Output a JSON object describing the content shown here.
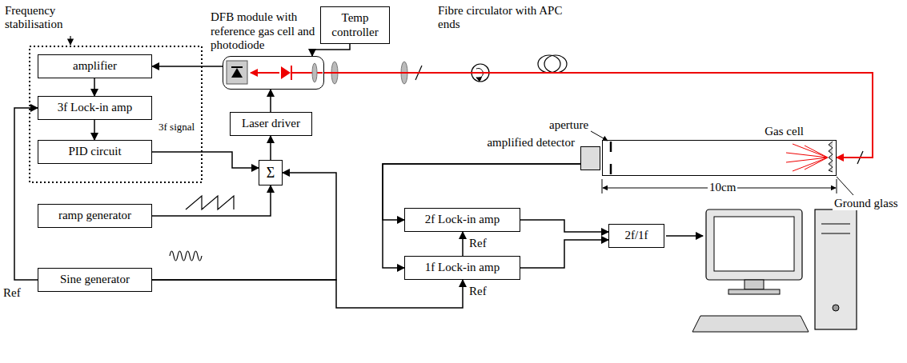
{
  "diagram": {
    "nodes": [
      {
        "text": [
          "amplifier"
        ]
      },
      {
        "text": [
          "3f Lock-in amp"
        ]
      },
      {
        "text": [
          "PID circuit"
        ]
      },
      {
        "text": [
          "ramp generator"
        ]
      },
      {
        "text": [
          "Sine generator"
        ]
      },
      {
        "text": [
          "DFB module with reference gas cell and photodiode"
        ]
      },
      {
        "text": [
          "Temp controller"
        ]
      },
      {
        "text": [
          "Laser driver"
        ]
      },
      {
        "text": [
          "Σ"
        ]
      },
      {
        "text": [
          "2f Lock-in amp"
        ]
      },
      {
        "text": [
          "1f Lock-in amp"
        ]
      },
      {
        "text": [
          "2f/1f"
        ]
      },
      {
        "text": [
          "Gas cell"
        ]
      },
      {
        "text": [
          "amplified detector"
        ]
      }
    ],
    "edges": [
      {
        "from": 5,
        "to": 0,
        "arrow": "to"
      },
      {
        "from": 0,
        "to": 1,
        "arrow": "to"
      },
      {
        "from": 1,
        "to": 2,
        "arrow": "to"
      },
      {
        "from": 2,
        "to": 8,
        "arrow": "to"
      },
      {
        "from": 3,
        "to": 8,
        "arrow": "to"
      },
      {
        "from": 4,
        "to": 8,
        "arrow": "to"
      },
      {
        "from": 4,
        "to": 1,
        "arrow": "to",
        "label": "Ref"
      },
      {
        "from": 4,
        "to": 10,
        "arrow": "to",
        "label": "Ref"
      },
      {
        "from": 8,
        "to": 7,
        "arrow": "to"
      },
      {
        "from": 7,
        "to": 5,
        "arrow": "to"
      },
      {
        "from": 6,
        "to": 5,
        "arrow": "to"
      },
      {
        "from": 5,
        "to": 12,
        "arrow": "to"
      },
      {
        "from": 13,
        "to": 9,
        "arrow": "to"
      },
      {
        "from": 13,
        "to": 10,
        "arrow": "to"
      },
      {
        "from": 10,
        "to": 9,
        "arrow": "to",
        "label": "Ref"
      },
      {
        "from": 9,
        "to": 11,
        "arrow": "to"
      },
      {
        "from": 10,
        "to": 11,
        "arrow": "to"
      }
    ],
    "labels": [
      "Frequency stabilisation",
      "3f signal",
      "Fibre circulator with APC ends",
      "aperture",
      "10cm",
      "Ground glass"
    ]
  }
}
